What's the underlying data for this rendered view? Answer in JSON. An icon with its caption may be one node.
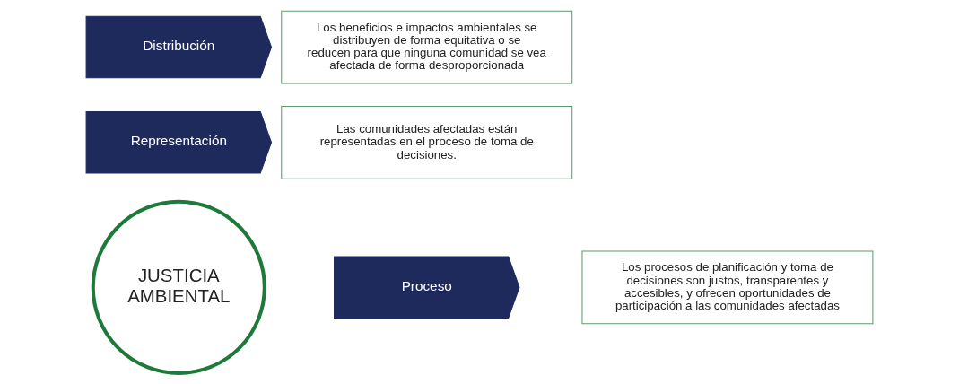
{
  "diagram": {
    "nodes": [
      {
        "text": [
          "JUSTICIA AMBIENTAL"
        ]
      },
      {
        "text": [
          "Representación"
        ]
      },
      {
        "text": [
          "Las comunidades afectadas están representadas en el proceso de toma de decisiones."
        ]
      },
      {
        "text": [
          "Proceso"
        ]
      },
      {
        "text": [
          "Los procesos de planificación y toma de decisiones son justos, transparentes y accesibles, y ofrecen oportunidades de participación a las comunidades afectadas"
        ]
      },
      {
        "text": [
          "Distribución"
        ]
      },
      {
        "text": [
          "Los beneficios e impactos ambientales se distribuyen de forma equitativa o se reducen para que ninguna comunidad se vea afectada de forma desproporcionada"
        ]
      }
    ]
  }
}
